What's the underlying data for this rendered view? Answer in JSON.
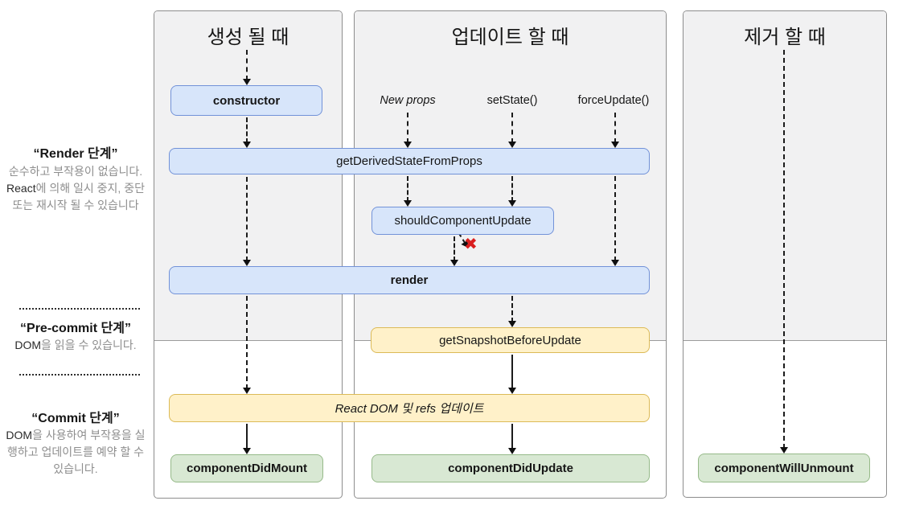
{
  "sidebar": {
    "render_phase": {
      "title": "“Render 단계”",
      "desc_pre": "순수하고 부작용이 없습니다. ",
      "desc_en": "React",
      "desc_post": "에 의해 일시 중지, 중단 또는 재시작 될 수 있습니다"
    },
    "precommit_phase": {
      "title": "“Pre-commit 단계”",
      "desc_en": "DOM",
      "desc_post": "을 읽을 수 있습니다."
    },
    "commit_phase": {
      "title": "“Commit 단계”",
      "desc_en": "DOM",
      "desc_post": "을 사용하여 부작용을 실행하고 업데이트를 예약 할 수 있습니다."
    }
  },
  "columns": {
    "mount": {
      "title": "생성 될 때"
    },
    "update": {
      "title": "업데이트 할 때"
    },
    "unmount": {
      "title": "제거 할 때"
    }
  },
  "triggers": {
    "new_props": "New props",
    "set_state": "setState()",
    "force_update": "forceUpdate()"
  },
  "boxes": {
    "constructor": "constructor",
    "get_derived_state_from_props": "getDerivedStateFromProps",
    "should_component_update": "shouldComponentUpdate",
    "render": "render",
    "get_snapshot_before_update": "getSnapshotBeforeUpdate",
    "react_dom_refs": "React DOM 및 refs 업데이트",
    "component_did_mount": "componentDidMount",
    "component_did_update": "componentDidUpdate",
    "component_will_unmount": "componentWillUnmount"
  },
  "icons": {
    "cancel": "✖"
  },
  "colors": {
    "blue_fill": "#d7e5fa",
    "blue_border": "#7292d8",
    "yellow_fill": "#fff1c9",
    "yellow_border": "#dcba57",
    "green_fill": "#d8e8d3",
    "green_border": "#96ba89",
    "panel_fill": "#f1f1f2",
    "panel_border": "#8d8d8d",
    "cancel_red": "#d91f1f"
  }
}
